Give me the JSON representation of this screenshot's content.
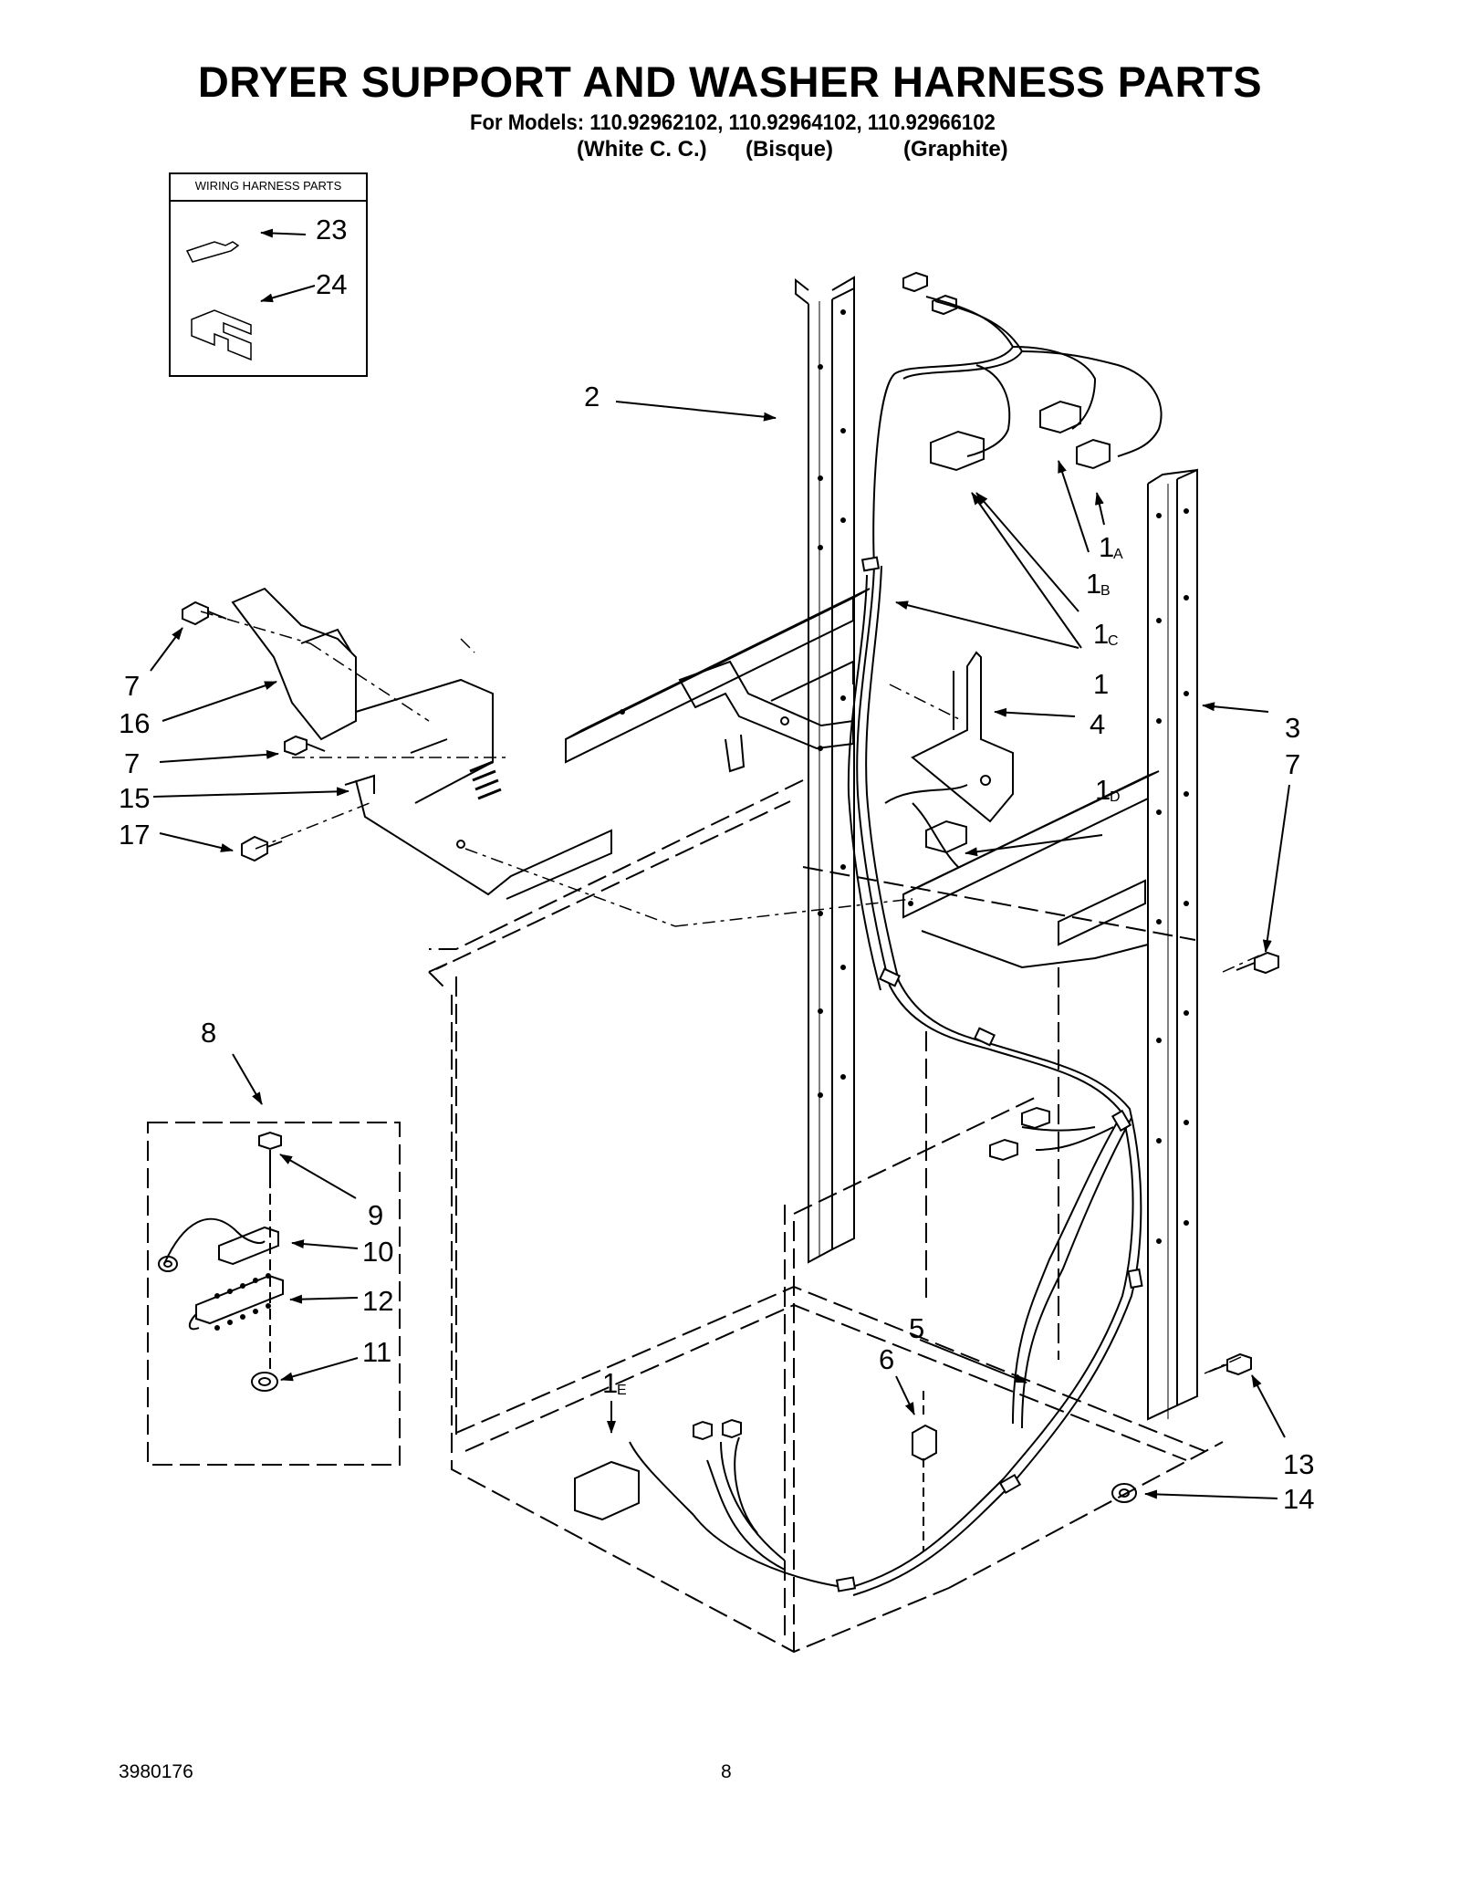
{
  "header": {
    "title": "DRYER SUPPORT AND WASHER HARNESS PARTS",
    "models": "For Models: 110.92962102, 110.92964102, 110.92966102",
    "color_white": "(White C. C.)",
    "color_bisque": "(Bisque)",
    "color_graphite": "(Graphite)"
  },
  "inset": {
    "title": "WIRING HARNESS PARTS",
    "callout_23": "23",
    "callout_24": "24"
  },
  "callouts": {
    "c2": "2",
    "c1a": "1",
    "c1a_sub": "A",
    "c1b": "1",
    "c1b_sub": "B",
    "c1c": "1",
    "c1c_sub": "C",
    "c1": "1",
    "c4": "4",
    "c3": "3",
    "c7_right": "7",
    "c1d": "1",
    "c1d_sub": "D",
    "c7_left_top": "7",
    "c16": "16",
    "c7_left": "7",
    "c15": "15",
    "c17": "17",
    "c8": "8",
    "c9": "9",
    "c10": "10",
    "c12": "12",
    "c11": "11",
    "c5": "5",
    "c6": "6",
    "c1e": "1",
    "c1e_sub": "E",
    "c13": "13",
    "c14": "14"
  },
  "footer": {
    "doc_number": "3980176",
    "page_number": "8"
  }
}
